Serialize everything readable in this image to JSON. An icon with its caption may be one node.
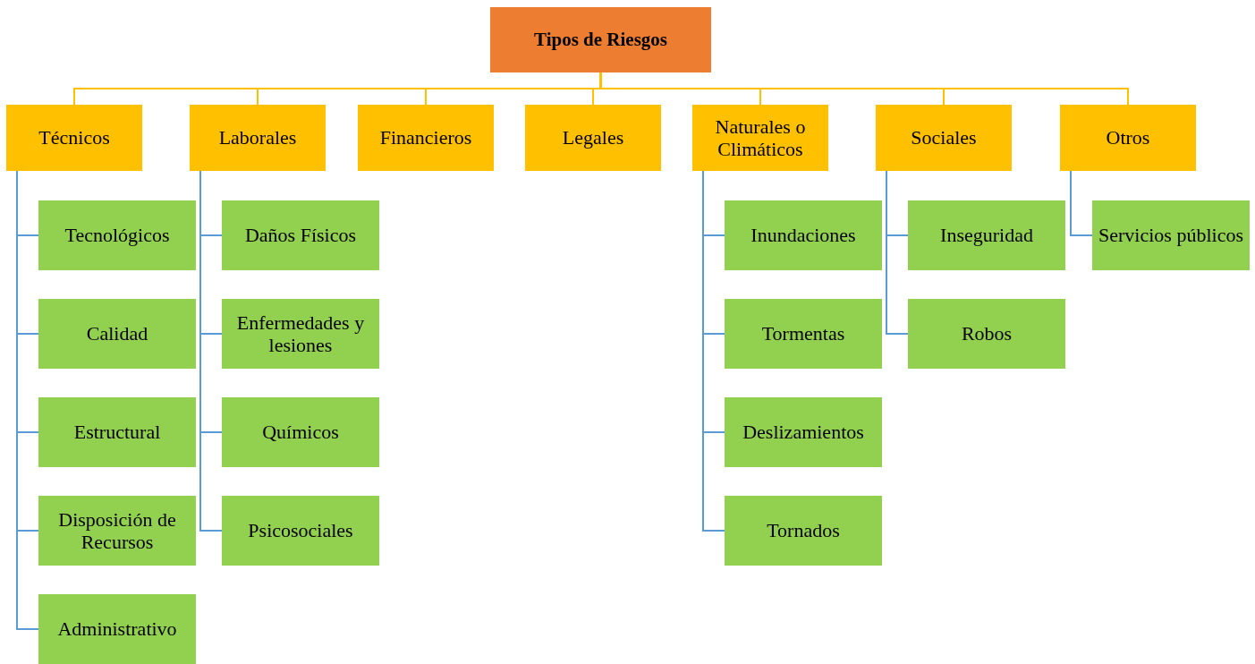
{
  "diagram": {
    "nodes": [
      {
        "text": [
          "Tipos de Riesgos"
        ]
      },
      {
        "text": [
          "Técnicos"
        ]
      },
      {
        "text": [
          "Laborales"
        ]
      },
      {
        "text": [
          "Financieros"
        ]
      },
      {
        "text": [
          "Legales"
        ]
      },
      {
        "text": [
          "Naturales o Climáticos"
        ]
      },
      {
        "text": [
          "Sociales"
        ]
      },
      {
        "text": [
          "Otros"
        ]
      },
      {
        "text": [
          "Tecnológicos"
        ]
      },
      {
        "text": [
          "Calidad"
        ]
      },
      {
        "text": [
          "Estructural"
        ]
      },
      {
        "text": [
          "Disposición de Recursos"
        ]
      },
      {
        "text": [
          "Administrativo"
        ]
      },
      {
        "text": [
          "Daños Físicos"
        ]
      },
      {
        "text": [
          "Enfermedades y lesiones"
        ]
      },
      {
        "text": [
          "Químicos"
        ]
      },
      {
        "text": [
          "Psicosociales"
        ]
      },
      {
        "text": [
          "Inundaciones"
        ]
      },
      {
        "text": [
          "Tormentas"
        ]
      },
      {
        "text": [
          "Deslizamientos"
        ]
      },
      {
        "text": [
          "Tornados"
        ]
      },
      {
        "text": [
          "Inseguridad"
        ]
      },
      {
        "text": [
          "Robos"
        ]
      },
      {
        "text": [
          "Servicios públicos"
        ]
      }
    ],
    "edges": [
      {
        "from": 0,
        "to": 1,
        "arrow": "none",
        "color": "#ffc000"
      },
      {
        "from": 0,
        "to": 2,
        "arrow": "none",
        "color": "#ffc000"
      },
      {
        "from": 0,
        "to": 3,
        "arrow": "none",
        "color": "#ffc000"
      },
      {
        "from": 0,
        "to": 4,
        "arrow": "none",
        "color": "#ffc000"
      },
      {
        "from": 0,
        "to": 5,
        "arrow": "none",
        "color": "#ffc000"
      },
      {
        "from": 0,
        "to": 6,
        "arrow": "none",
        "color": "#ffc000"
      },
      {
        "from": 0,
        "to": 7,
        "arrow": "none",
        "color": "#ffc000"
      },
      {
        "from": 1,
        "to": 8,
        "arrow": "none"
      },
      {
        "from": 1,
        "to": 9,
        "arrow": "none"
      },
      {
        "from": 1,
        "to": 10,
        "arrow": "none"
      },
      {
        "from": 1,
        "to": 11,
        "arrow": "none"
      },
      {
        "from": 1,
        "to": 12,
        "arrow": "none"
      },
      {
        "from": 2,
        "to": 13,
        "arrow": "none"
      },
      {
        "from": 2,
        "to": 14,
        "arrow": "none"
      },
      {
        "from": 2,
        "to": 15,
        "arrow": "none"
      },
      {
        "from": 2,
        "to": 16,
        "arrow": "none"
      },
      {
        "from": 5,
        "to": 17,
        "arrow": "none"
      },
      {
        "from": 5,
        "to": 18,
        "arrow": "none"
      },
      {
        "from": 5,
        "to": 19,
        "arrow": "none"
      },
      {
        "from": 5,
        "to": 20,
        "arrow": "none"
      },
      {
        "from": 6,
        "to": 21,
        "arrow": "none"
      },
      {
        "from": 6,
        "to": 22,
        "arrow": "none"
      },
      {
        "from": 7,
        "to": 23,
        "arrow": "none"
      }
    ]
  }
}
